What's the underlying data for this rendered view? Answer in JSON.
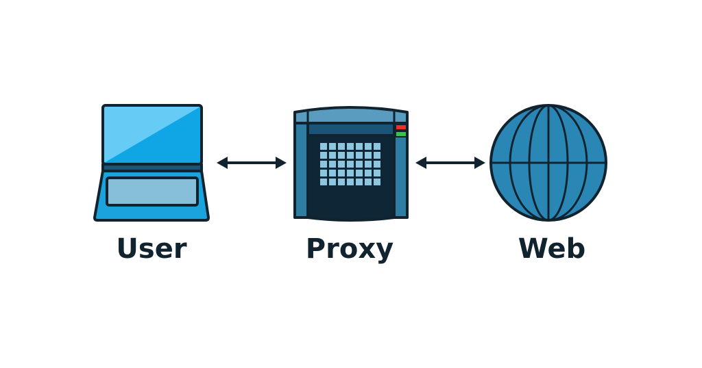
{
  "nodes": {
    "user": {
      "label": "User",
      "icon": "laptop-icon"
    },
    "proxy": {
      "label": "Proxy",
      "icon": "server-icon"
    },
    "web": {
      "label": "Web",
      "icon": "globe-icon"
    }
  },
  "connections": [
    {
      "from": "user",
      "to": "proxy",
      "direction": "bidirectional"
    },
    {
      "from": "proxy",
      "to": "web",
      "direction": "bidirectional"
    }
  ],
  "colors": {
    "outline": "#10232f",
    "laptop_screen_light": "#66ccf5",
    "laptop_screen_dark": "#10a6e6",
    "laptop_base": "#1aa3dc",
    "laptop_keyboard": "#87bfd9",
    "server_body": "#2e7ea3",
    "server_top": "#5a9cc0",
    "server_bar": "#1a5577",
    "server_panel": "#0f2636",
    "server_grid": "#8ec6e0",
    "led_red": "#e8322a",
    "led_green": "#37c449",
    "globe": "#2a87b5",
    "label": "#10232f"
  }
}
